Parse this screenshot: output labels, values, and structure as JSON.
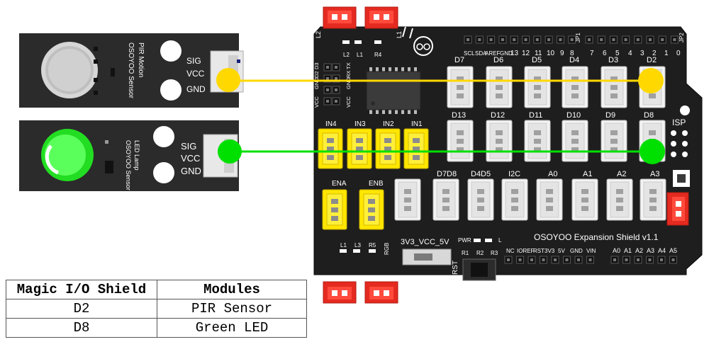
{
  "pir_module": {
    "brand": "OSOYOO Sensor",
    "name": "PIR Motion",
    "pins": [
      "SIG",
      "VCC",
      "GND"
    ]
  },
  "led_module": {
    "brand": "OSOYOO Sensor",
    "name": "LED Lamp",
    "pins": [
      "SIG",
      "VCC",
      "GND"
    ]
  },
  "shield": {
    "title": "OSOYOO Expansion Shield v1.1",
    "top_connector_labels": [
      "L2",
      "L1"
    ],
    "top_led_labels": [
      "L2",
      "L1",
      "R4"
    ],
    "jp1": "JP1",
    "jp2": "JP2",
    "i2c_header": [
      "SCL",
      "SDA",
      "AREF",
      "GND"
    ],
    "top_pin_numbers": [
      "13",
      "12",
      "11",
      "10",
      "9",
      "8",
      "7",
      "6",
      "5",
      "4",
      "3",
      "2",
      "1",
      "0"
    ],
    "uart_labels": [
      "VCC",
      "GND",
      "D2",
      "D3",
      "VCC",
      "GND",
      "RX",
      "TX"
    ],
    "digital_row1": [
      "D7",
      "D6",
      "D5",
      "D4",
      "D3",
      "D2"
    ],
    "digital_row2": [
      "D13",
      "D12",
      "D11",
      "D10",
      "D9",
      "D8"
    ],
    "motor_inputs": [
      "IN4",
      "IN3",
      "IN2",
      "IN1"
    ],
    "isp": "ISP",
    "enable_labels": [
      "ENA",
      "ENB"
    ],
    "mid_labels": [
      "D7D8",
      "D4D5",
      "I2C",
      "A0",
      "A1",
      "A2",
      "A3"
    ],
    "voltage_label": "3V3_VCC_5V",
    "bottom_led_labels": [
      "L1",
      "L3",
      "R5"
    ],
    "rgb": "RGB",
    "pwr_labels": [
      "PWR",
      "L",
      "R1",
      "R2",
      "R3"
    ],
    "rst": "RST",
    "power_header": [
      "NC",
      "IOREF",
      "RST",
      "3V3",
      "5V",
      "GND",
      "VIN"
    ],
    "analog_header": [
      "A0",
      "A1",
      "A2",
      "A3",
      "A4",
      "A5"
    ]
  },
  "colors": {
    "pir_wire": "#ffd800",
    "led_wire": "#00e000",
    "board": "#1e1e1e",
    "yellow_conn": "#ffe600",
    "red_conn": "#e52a20"
  },
  "table": {
    "headers": [
      "Magic I/O Shield",
      "Modules"
    ],
    "rows": [
      [
        "D2",
        "PIR Sensor"
      ],
      [
        "D8",
        "Green LED"
      ]
    ]
  }
}
